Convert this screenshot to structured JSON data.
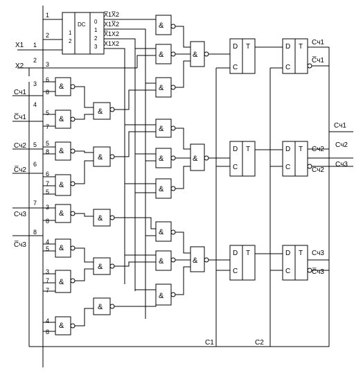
{
  "symbols": {
    "and": "&",
    "decoder": "DC",
    "d_in": "D",
    "t_out": "T",
    "c_in": "C"
  },
  "decoder": {
    "inputs": [
      "1",
      "2"
    ],
    "outputs": [
      "0",
      "1",
      "2",
      "3"
    ],
    "output_terms": [
      "X̅1X̅2",
      "X1X̅2",
      "X̅1X2",
      "X1X2"
    ]
  },
  "inputs": {
    "x1": "X1",
    "x2": "X2",
    "c1": "Cч1",
    "c1n": "C̅ч1",
    "c2": "Cч2",
    "c2n": "C̅ч2",
    "c3": "Cч3",
    "c3n": "C̅ч3"
  },
  "pin_numbers": {
    "top1": "1",
    "top2": "2",
    "x1pin": "1",
    "x2pin": "2",
    "x2pin3": "3",
    "c1pin": "3",
    "c1npin": "4",
    "c2pin": "5",
    "c2npin": "6",
    "c3pin": "7",
    "c3npin": "8",
    "g1a": "6",
    "g1b": "8",
    "g2a": "5",
    "g2b": "7",
    "g3a": "5",
    "g3b": "8",
    "g4a": "6",
    "g4b": "7",
    "g4c": "5",
    "g5a": "3",
    "g5b": "8",
    "g6a": "4",
    "g6b": "5",
    "g7a": "3",
    "g7b": "7",
    "g7c": "7",
    "g8a": "4",
    "g8b": "8"
  },
  "outputs": {
    "q1": "Cч1",
    "q1n": "C̅ч1",
    "q2": "Cч2",
    "q2n": "C̅ч2",
    "q3": "Cч3",
    "q3n": "C̅ч3",
    "bus1": "Cч1",
    "bus2": "Cч2",
    "bus3": "Cч3"
  },
  "clocks": {
    "c1": "C1",
    "c2": "C2"
  }
}
